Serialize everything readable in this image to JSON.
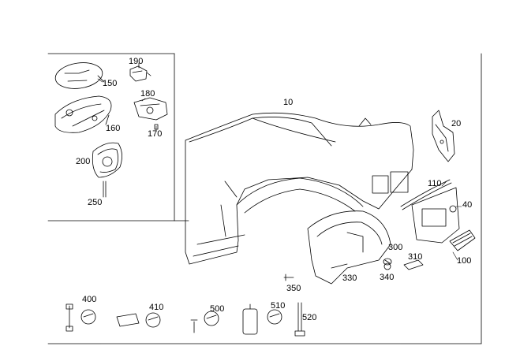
{
  "parts": {
    "p10": "10",
    "p20": "20",
    "p40": "40",
    "p100": "100",
    "p110": "110",
    "p150": "150",
    "p160": "160",
    "p170": "170",
    "p180": "180",
    "p190": "190",
    "p200": "200",
    "p250": "250",
    "p300": "300",
    "p310": "310",
    "p330": "330",
    "p340": "340",
    "p350": "350",
    "p400": "400",
    "p410": "410",
    "p500": "500",
    "p510": "510",
    "p520": "520"
  }
}
